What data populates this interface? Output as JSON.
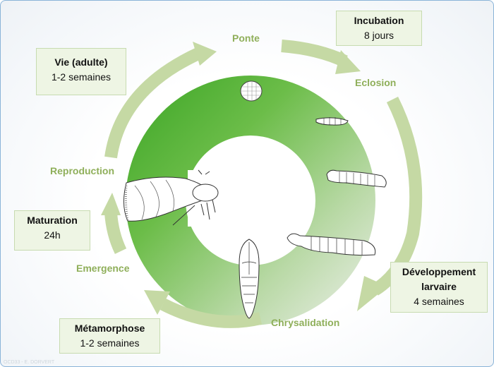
{
  "stages": {
    "ponte": "Ponte",
    "eclosion": "Eclosion",
    "chrysalidation": "Chrysalidation",
    "emergence": "Emergence",
    "reproduction": "Reproduction"
  },
  "durations": {
    "incubation": {
      "title": "Incubation",
      "detail": "8 jours"
    },
    "developpement": {
      "title_line1": "Développement",
      "title_line2": "larvaire",
      "detail": "4 semaines"
    },
    "metamorphose": {
      "title": "Métamorphose",
      "detail": "1-2 semaines"
    },
    "maturation": {
      "title": "Maturation",
      "detail": "24h"
    },
    "vie": {
      "title": "Vie (adulte)",
      "detail": "1-2 semaines"
    }
  },
  "credit": "OCD33 - E. DORVERT",
  "colors": {
    "ring_dark": "#5db43a",
    "ring_light": "#e8ece6",
    "arrow": "#c5d9a4",
    "stage_text": "#8faf5a",
    "box_fill": "#eef5e4"
  },
  "icons": [
    "egg-icon",
    "small-larva-icon",
    "medium-larva-icon",
    "large-larva-icon",
    "chrysalis-icon",
    "moth-icon"
  ]
}
